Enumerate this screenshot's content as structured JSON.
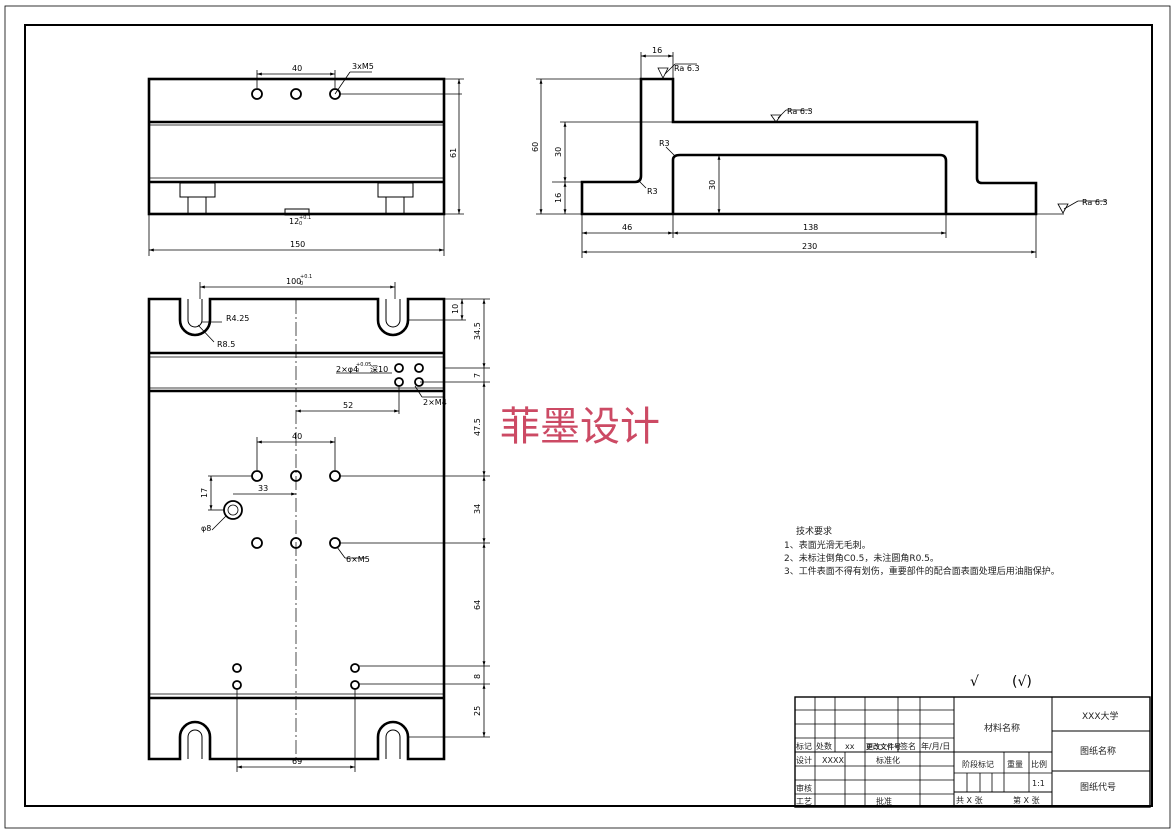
{
  "views": {
    "top_view": {
      "dims": {
        "hole_spacing": "40",
        "hole_note": "3xM5",
        "height": "61",
        "width": "150"
      }
    },
    "side_view": {
      "dims": {
        "boss_width": "16",
        "boss_height": "60",
        "step_height": "30",
        "base_height": "16",
        "left_length": "46",
        "channel_length": "138",
        "channel_depth": "30",
        "total_length": "230"
      },
      "roughness": {
        "ra1": "Ra 6.3",
        "ra2": "Ra 6.3",
        "ra3": "Ra 6.3"
      },
      "radii": {
        "r1": "R3",
        "r2": "R3"
      }
    },
    "plan_view": {
      "dims": {
        "slot_spacing": "100",
        "slot_spacing_tol": "+0.1",
        "slot_spacing_tol2": "0",
        "slot_radius_inner": "R4.25",
        "slot_radius_outer": "R8.5",
        "dowel_note": "2×φ4",
        "dowel_tol": "+0.05",
        "dowel_tol2": "0",
        "dowel_depth": "深10",
        "thread_note": "2×M4",
        "offset_52": "52",
        "hole_spacing": "40",
        "offset_33": "33",
        "offset_17": "17",
        "dia_8": "φ8",
        "hole_note": "6×M5",
        "bottom_spacing": "69",
        "v_10": "10",
        "v_345": "34.5",
        "v_7": "7",
        "v_475": "47.5",
        "v_34": "34",
        "v_64": "64",
        "v_8": "8",
        "v_25": "25"
      }
    },
    "sub_dims": {
      "slot_width": "12",
      "slot_width_tol": "+0.1",
      "slot_width_tol2": "0"
    }
  },
  "watermark": "菲墨设计",
  "notes": {
    "title": "技术要求",
    "items": [
      "1、表面光滑无毛刺。",
      "2、未标注倒角C0.5，未注圆角R0.5。",
      "3、工件表面不得有划伤，重要部件的配合面表面处理后用油脂保护。"
    ]
  },
  "general_roughness": {
    "left": "√",
    "right": "(√)"
  },
  "title_block": {
    "material": "材料名称",
    "university": "XXX大学",
    "drawing_name": "图纸名称",
    "drawing_code": "图纸代号",
    "stage_mark": "阶段标记",
    "weight": "重量",
    "scale": "比例",
    "scale_value": "1:1",
    "row_labels": {
      "mark": "标记",
      "count": "处数",
      "xx": "xx",
      "change_doc": "更改文件号",
      "sign": "签名",
      "date": "年/月/日"
    },
    "design": "设计",
    "designer": "XXXX",
    "standard": "标准化",
    "review": "审核",
    "process": "工艺",
    "approve": "批准",
    "total_sheets": "共 X 张",
    "sheet_no": "第 X 张"
  }
}
